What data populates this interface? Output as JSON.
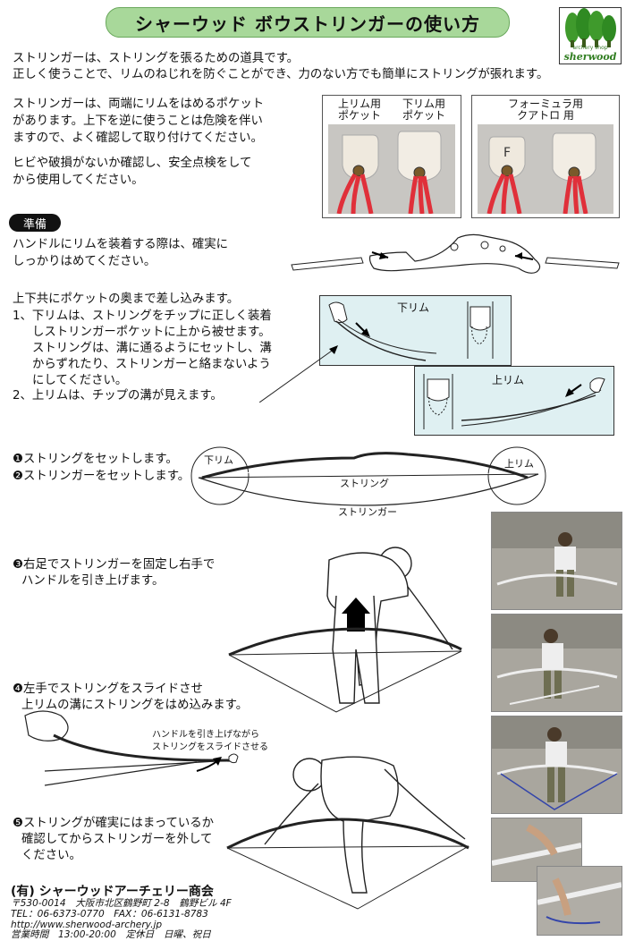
{
  "title": "シャーウッド ボウストリンガーの使い方",
  "logo": {
    "shop": "archery shop",
    "brand": "sherwood",
    "icon": "tree-icon"
  },
  "intro": [
    "ストリンガーは、ストリングを張るための道具です。",
    "正しく使うことで、リムのねじれを防ぐことができ、力のない方でも簡単にストリングが張れます。"
  ],
  "pocket_note": [
    "ストリンガーは、両端にリムをはめるポケット",
    "があります。上下を逆に使うことは危険を伴い",
    "ますので、よく確認して取り付けてください。"
  ],
  "safety_note": [
    "ヒビや破損がないか確認し、安全点検をして",
    "から使用してください。"
  ],
  "pocket_labels": {
    "upper": [
      "上リム用",
      "ポケット"
    ],
    "lower": [
      "下リム用",
      "ポケット"
    ],
    "formula": [
      "フォーミュラ用",
      "クアトロ 用"
    ],
    "f_mark": "F"
  },
  "prep": {
    "badge": "準備",
    "lines": [
      "ハンドルにリムを装着する際は、確実に",
      "しっかりはめてください。"
    ]
  },
  "insert": {
    "lines": [
      "上下共にポケットの奥まで差し込みます。",
      "1、下リムは、ストリングをチップに正しく装着",
      "しストリンガーポケットに上から被せます。",
      "ストリングは、溝に通るようにセットし、溝",
      "からずれたり、ストリンガーと絡まないよう",
      "にしてください。",
      "2、上リムは、チップの溝が見えます。"
    ]
  },
  "detail_labels": {
    "lower": "下リム",
    "upper": "上リム"
  },
  "bow_labels": {
    "lower": "下リム",
    "upper": "上リム",
    "string": "ストリング",
    "stringer": "ストリンガー"
  },
  "steps": {
    "s1": "❶ストリングをセットします。",
    "s2": "❷ストリンガーをセットします。",
    "s3": [
      "❸右足でストリンガーを固定し右手で",
      "ハンドルを引き上げます。"
    ],
    "s4": [
      "❹左手でストリングをスライドさせ",
      "上リムの溝にストリングをはめ込みます。"
    ],
    "s4_note": [
      "ハンドルを引き上げながら",
      "ストリングをスライドさせる"
    ],
    "s5": [
      "❺ストリングが確実にはまっているか",
      "確認してからストリンガーを外して",
      "ください。"
    ]
  },
  "footer": {
    "company": "(有) シャーウッドアーチェリー商会",
    "address": "〒530-0014　大阪市北区鶴野町 2-8　鶴野ビル 4F",
    "tel": "TEL：06-6373-0770　FAX：06-6131-8783",
    "url": "http://www.sherwood-archery.jp",
    "hours": "営業時間　13:00-20:00　定休日　日曜、祝日"
  },
  "colors": {
    "title_bg": "#a8d89a",
    "logo_green": "#2f7d1f",
    "string_red": "#e0303a",
    "detail_bg": "#dff0f2"
  }
}
